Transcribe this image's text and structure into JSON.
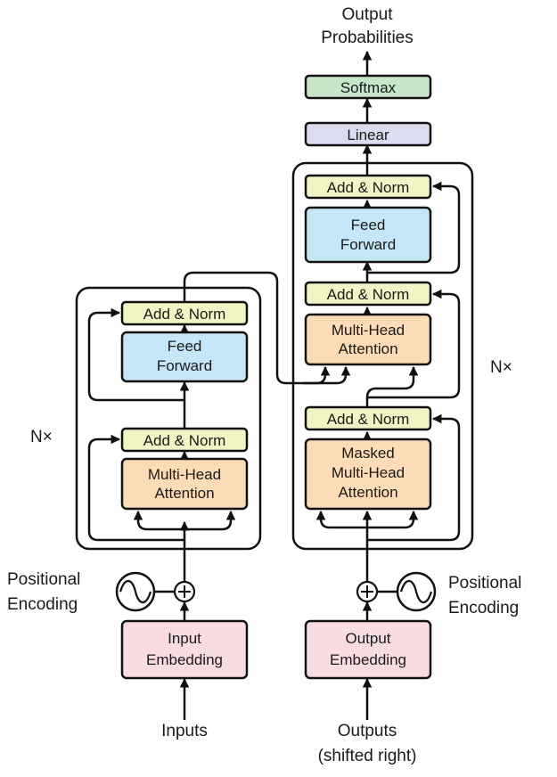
{
  "output_probabilities": {
    "line1": "Output",
    "line2": "Probabilities"
  },
  "softmax": "Softmax",
  "linear": "Linear",
  "decoder": {
    "repeat": "N×",
    "add_norm_top": "Add & Norm",
    "feed_forward": {
      "line1": "Feed",
      "line2": "Forward"
    },
    "add_norm_mid": "Add & Norm",
    "cross_attention": {
      "line1": "Multi-Head",
      "line2": "Attention"
    },
    "add_norm_bottom": "Add & Norm",
    "masked_attention": {
      "line1": "Masked",
      "line2": "Multi-Head",
      "line3": "Attention"
    }
  },
  "encoder": {
    "repeat": "N×",
    "add_norm_top": "Add & Norm",
    "feed_forward": {
      "line1": "Feed",
      "line2": "Forward"
    },
    "add_norm_bottom": "Add & Norm",
    "attention": {
      "line1": "Multi-Head",
      "line2": "Attention"
    }
  },
  "positional_encoding_left": {
    "line1": "Positional",
    "line2": "Encoding"
  },
  "positional_encoding_right": {
    "line1": "Positional",
    "line2": "Encoding"
  },
  "input_embedding": {
    "line1": "Input",
    "line2": "Embedding"
  },
  "output_embedding": {
    "line1": "Output",
    "line2": "Embedding"
  },
  "inputs_label": "Inputs",
  "outputs_label": {
    "line1": "Outputs",
    "line2": "(shifted right)"
  },
  "colors": {
    "add_norm": "#f2f4c6",
    "feed_forward": "#c5e6f6",
    "attention": "#fcdcb6",
    "embedding": "#f8dce2",
    "linear": "#dcdcf0",
    "softmax": "#c6e6c8"
  }
}
